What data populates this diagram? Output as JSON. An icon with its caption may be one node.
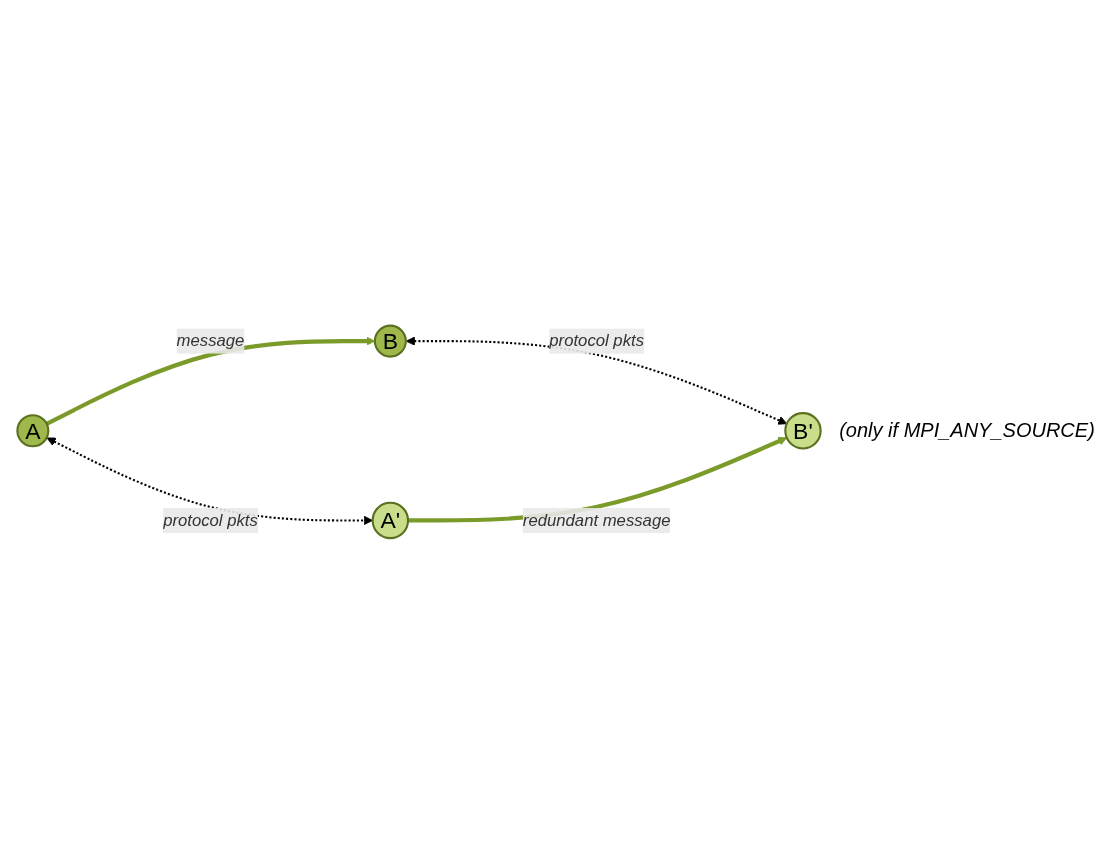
{
  "diagram": {
    "nodes": [
      {
        "text": [
          "A"
        ]
      },
      {
        "text": [
          "B"
        ]
      },
      {
        "text": [
          "A'"
        ]
      },
      {
        "text": [
          "B'"
        ]
      }
    ],
    "edges": [
      {
        "from": 0,
        "to": 1,
        "arrow": "to",
        "label": "message",
        "color": "#7a9a2a",
        "style": "thick"
      },
      {
        "from": 0,
        "to": 2,
        "arrow": "both",
        "label": "protocol pkts",
        "style": "dashed",
        "color": "#000000"
      },
      {
        "from": 1,
        "to": 3,
        "arrow": "both",
        "label": "protocol pkts",
        "style": "dashed",
        "color": "#000000"
      },
      {
        "from": 2,
        "to": 3,
        "arrow": "to",
        "label": "redundant message",
        "color": "#7a9a2a",
        "style": "thick"
      }
    ],
    "labels": [
      "(only if MPI_ANY_SOURCE)"
    ]
  }
}
